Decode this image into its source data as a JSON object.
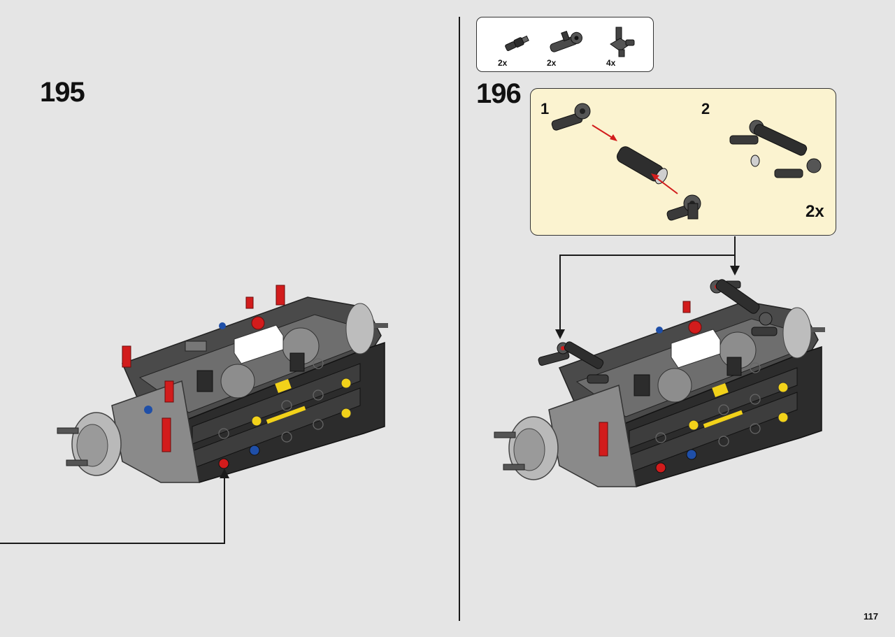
{
  "left_step": {
    "number": "195"
  },
  "right_step": {
    "number": "196",
    "parts_list": [
      {
        "icon": "axle-connector-icon",
        "quantity": "2x"
      },
      {
        "icon": "angle-connector-icon",
        "quantity": "2x"
      },
      {
        "icon": "axle-connector-2-icon",
        "quantity": "4x"
      }
    ],
    "subassembly": {
      "sub_steps": [
        "1",
        "2"
      ],
      "multiplier": "2x"
    }
  },
  "page_number": "117",
  "colors": {
    "background": "#e5e5e5",
    "subassembly_bg": "#fbf3d0",
    "piece_dark": "#2e2e2e",
    "piece_grey": "#8a8a8a",
    "accent_red": "#d21c1c",
    "accent_yellow": "#f2d21a",
    "accent_blue": "#1f4fa8"
  }
}
